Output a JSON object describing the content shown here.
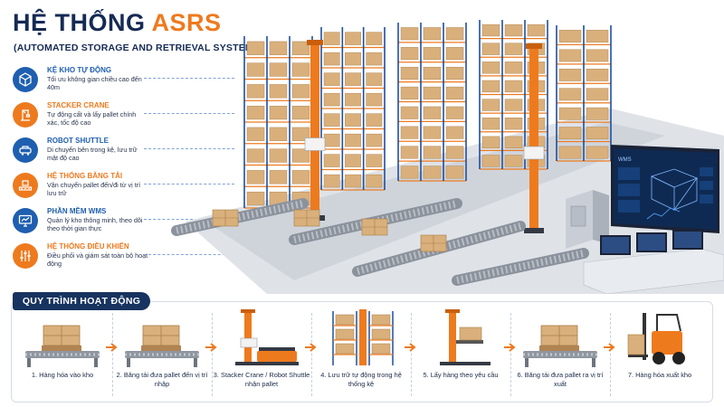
{
  "header": {
    "title_part1": "HỆ THỐNG",
    "title_part2": "ASRS",
    "subtitle": "(AUTOMATED STORAGE AND RETRIEVAL SYSTEM)"
  },
  "colors": {
    "navy": "#152a55",
    "blue": "#1f5fb0",
    "orange": "#ee7a1e",
    "rack_blue": "#1e4f9e"
  },
  "features": [
    {
      "title": "KỆ KHO TỰ ĐỘNG",
      "desc": "Tối ưu không gian chiều cao đến 40m",
      "icon": "box-icon",
      "color": "blue"
    },
    {
      "title": "STACKER CRANE",
      "desc": "Tự động cất và lấy pallet chính xác, tốc độ cao",
      "icon": "crane-icon",
      "color": "orange"
    },
    {
      "title": "ROBOT SHUTTLE",
      "desc": "Di chuyển bên trong kệ, lưu trữ mật độ cao",
      "icon": "shuttle-icon",
      "color": "blue"
    },
    {
      "title": "HỆ THỐNG BĂNG TẢI",
      "desc": "Vận chuyển pallet đến/đi từ vị trí lưu trữ",
      "icon": "conveyor-icon",
      "color": "orange"
    },
    {
      "title": "PHẦN MỀM WMS",
      "desc": "Quản lý kho thông minh, theo dõi theo thời gian thực",
      "icon": "monitor-icon",
      "color": "blue"
    },
    {
      "title": "HỆ THỐNG ĐIỀU KHIỂN",
      "desc": "Điều phối và giám sát toàn bộ hoạt động",
      "icon": "control-icon",
      "color": "orange"
    }
  ],
  "scene": {
    "screen_label": "WMS"
  },
  "process": {
    "title": "QUY TRÌNH HOẠT ĐỘNG",
    "steps": [
      {
        "label": "1. Hàng hóa vào kho",
        "icon": "conveyor-pallet-icon"
      },
      {
        "label": "2. Băng tải đưa pallet đến vị trí nhập",
        "icon": "conveyor-pallet-icon"
      },
      {
        "label": "3. Stacker Crane / Robot Shuttle nhận pallet",
        "icon": "crane-shuttle-icon"
      },
      {
        "label": "4. Lưu trữ tự động trong hệ thống kệ",
        "icon": "rack-icon"
      },
      {
        "label": "5. Lấy hàng theo yêu cầu",
        "icon": "crane-pick-icon"
      },
      {
        "label": "6. Băng tải đưa pallet ra vị trí xuất",
        "icon": "conveyor-pallet-icon"
      },
      {
        "label": "7. Hàng hóa xuất kho",
        "icon": "forklift-icon"
      }
    ]
  }
}
